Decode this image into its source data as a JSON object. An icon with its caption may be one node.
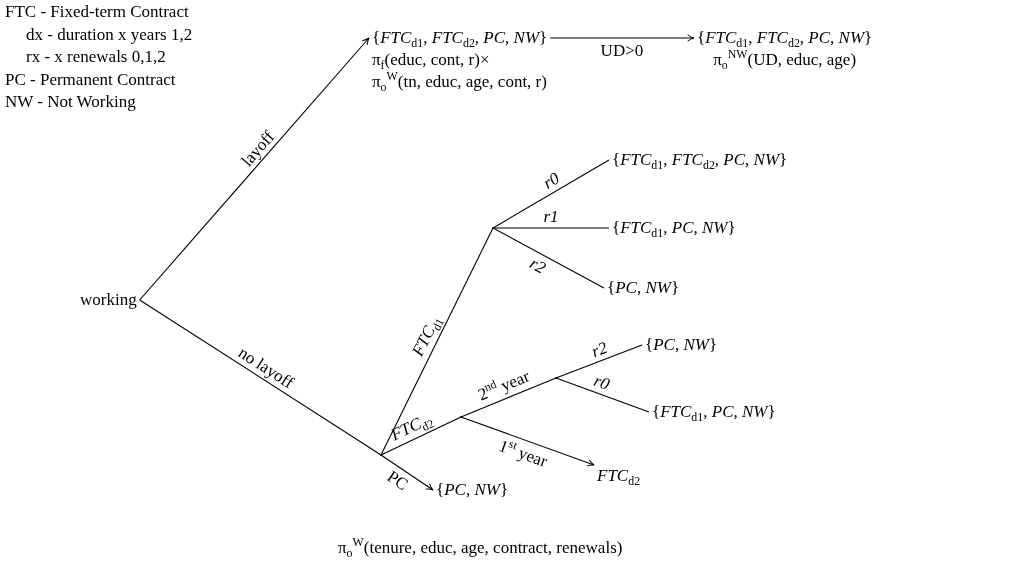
{
  "diagram": {
    "nodes": [
      {
        "text": [
          "working"
        ]
      },
      {
        "text": [
          "{*FTC*$_{d1}$, *FTC*$_{d2}$, *PC*, *NW*}",
          "π$_{f}$(educ, cont, r)×",
          "π$_{o}$$^{W}$(tn, educ, age, cont, r)"
        ]
      },
      {
        "text": [
          "{*FTC*$_{d1}$, *FTC*$_{d2}$, *PC*, *NW*}",
          "π$_{o}$$^{NW}$(UD, educ, age)"
        ]
      },
      {
        "text": [],
        "shape": "point"
      },
      {
        "text": [],
        "shape": "point"
      },
      {
        "text": [
          "{*FTC*$_{d1}$, *FTC*$_{d2}$, *PC*, *NW*}"
        ]
      },
      {
        "text": [
          "{*FTC*$_{d1}$, *PC*, *NW*}"
        ]
      },
      {
        "text": [
          "{*PC*, *NW*}"
        ]
      },
      {
        "text": [],
        "shape": "point"
      },
      {
        "text": [],
        "shape": "point"
      },
      {
        "text": [
          "{*PC*, *NW*}"
        ]
      },
      {
        "text": [
          "{*FTC*$_{d1}$, *PC*, *NW*}"
        ]
      },
      {
        "text": [
          "*FTC*$_{d2}$"
        ]
      },
      {
        "text": [
          "{*PC*, *NW*}"
        ]
      }
    ],
    "edges": [
      {
        "from": 0,
        "to": 1,
        "arrow": "to",
        "label": "layoff"
      },
      {
        "from": 1,
        "to": 2,
        "arrow": "to",
        "label": "UD>0"
      },
      {
        "from": 0,
        "to": 3,
        "arrow": "none",
        "label": "no layoff"
      },
      {
        "from": 3,
        "to": 4,
        "arrow": "none",
        "label": "*FTC*$_{d1}$"
      },
      {
        "from": 4,
        "to": 5,
        "arrow": "none",
        "label": "*r0*"
      },
      {
        "from": 4,
        "to": 6,
        "arrow": "none",
        "label": "*r1*"
      },
      {
        "from": 4,
        "to": 7,
        "arrow": "none",
        "label": "*r2*"
      },
      {
        "from": 3,
        "to": 8,
        "arrow": "none",
        "label": "*FTC*$_{d2}$"
      },
      {
        "from": 8,
        "to": 9,
        "arrow": "none",
        "label": "2$^{nd}$ year"
      },
      {
        "from": 9,
        "to": 10,
        "arrow": "none",
        "label": "*r2*"
      },
      {
        "from": 9,
        "to": 11,
        "arrow": "none",
        "label": "*r0*"
      },
      {
        "from": 8,
        "to": 12,
        "arrow": "to",
        "label": "1$^{st}$ year"
      },
      {
        "from": 3,
        "to": 13,
        "arrow": "to",
        "label": "PC"
      }
    ],
    "labels": [
      "FTC - Fixed-term Contract",
      "dx - duration x years 1,2",
      "rx - x renewals 0,1,2",
      "PC - Permanent Contract",
      "NW - Not Working",
      "π$_{o}$$^{W}$(tenure, educ, age, contract, renewals)"
    ]
  }
}
